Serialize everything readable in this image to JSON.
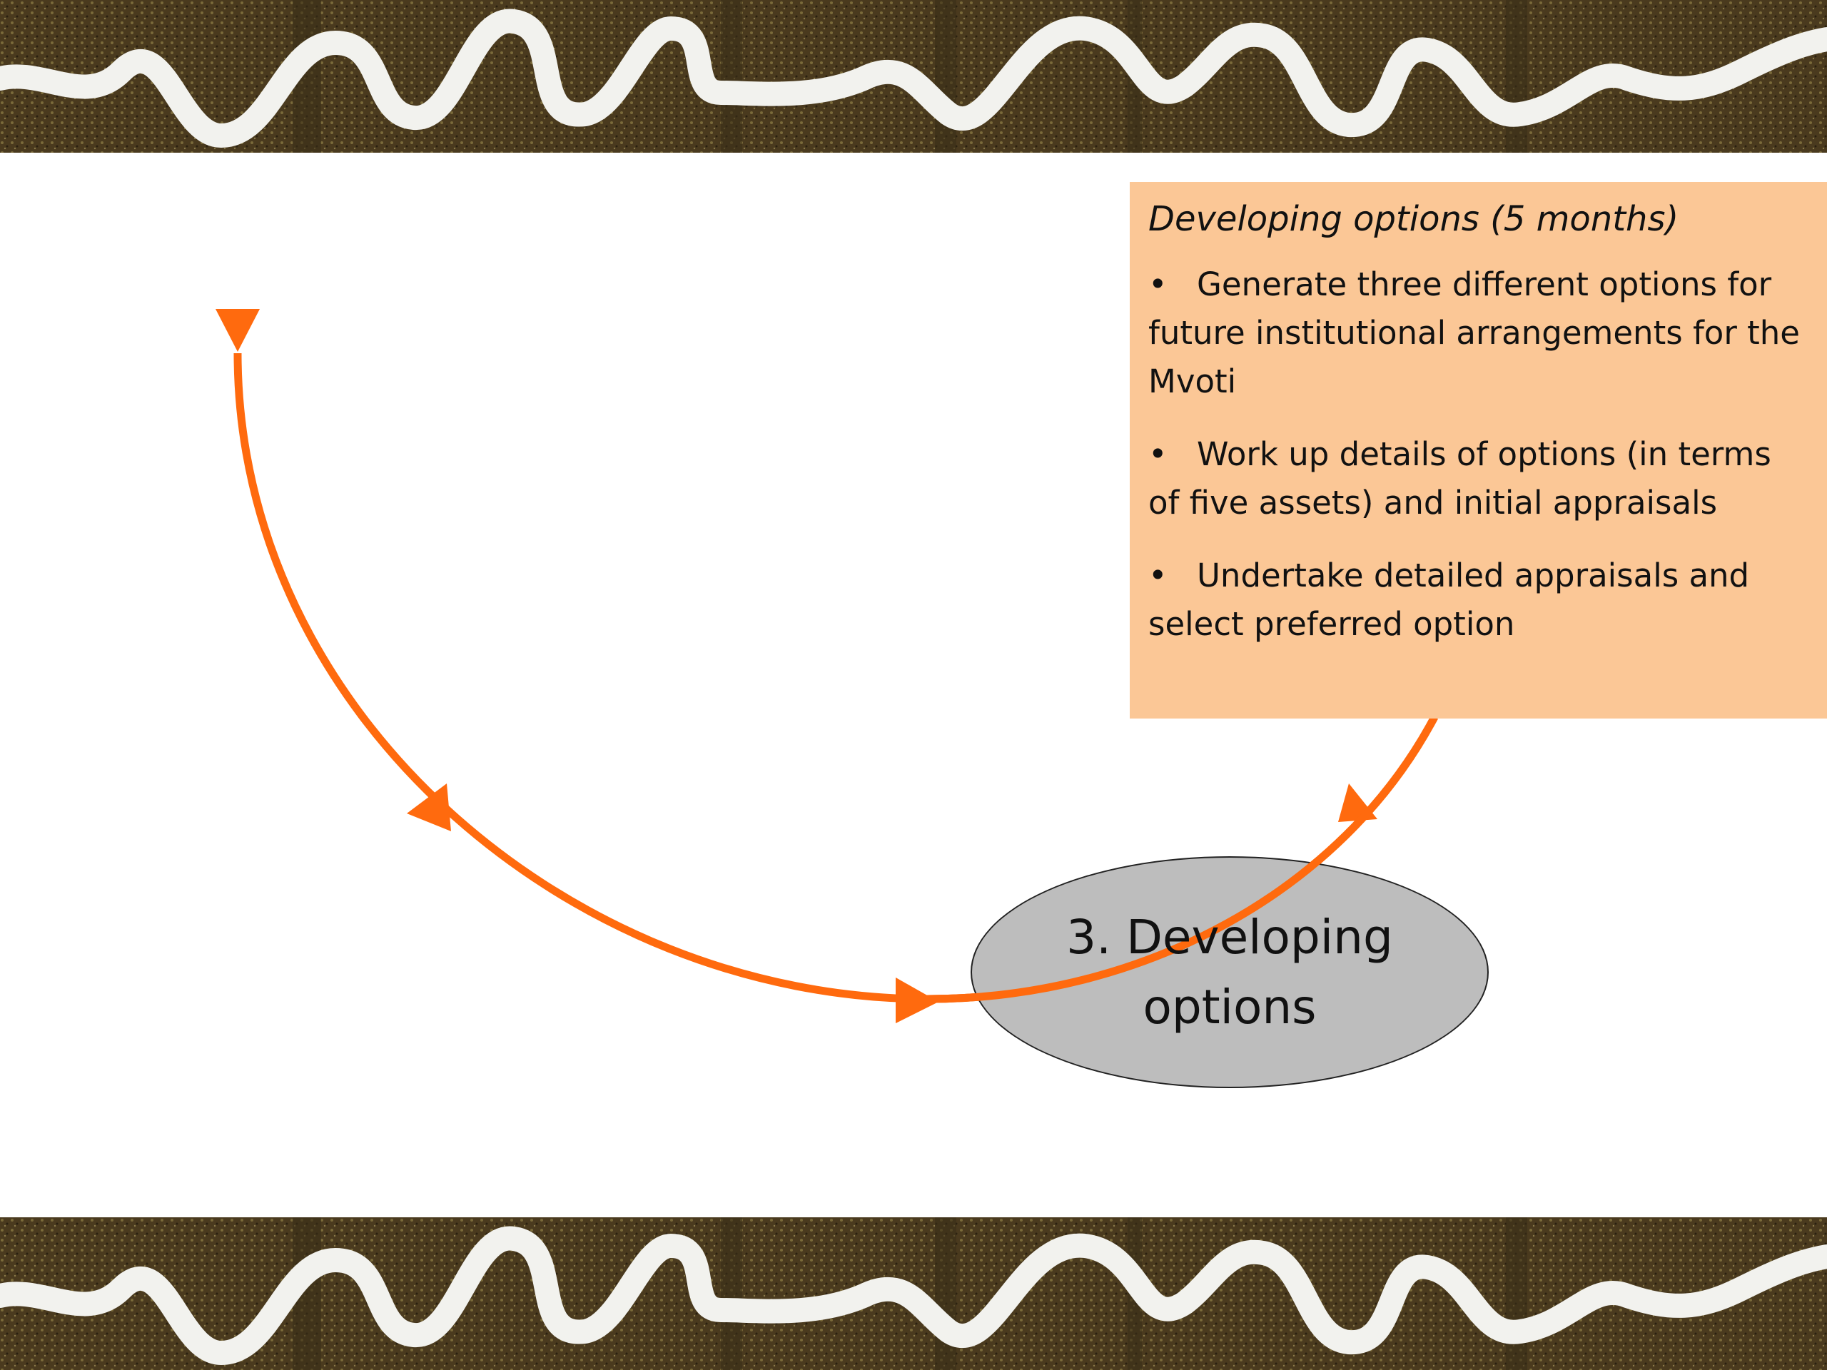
{
  "infobox": {
    "title": "Developing options (5 months)",
    "bullet_symbol": "•",
    "bullets": [
      "Generate three different options for future institutional arrangements for the Mvoti",
      "Work up details of options (in terms of five assets) and initial appraisals",
      "Undertake detailed appraisals and select preferred option"
    ]
  },
  "stage": {
    "label": "3. Developing options"
  },
  "colors": {
    "arrow": "#ff6a0e",
    "infobox_bg": "#fbc796",
    "stage_fill": "#bdbdbd"
  }
}
